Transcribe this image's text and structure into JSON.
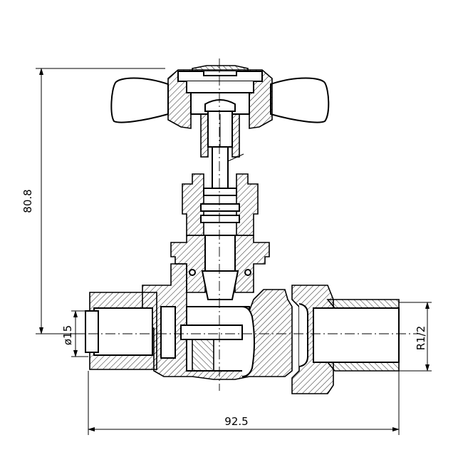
{
  "dimensions": {
    "height_label": "80.8",
    "width_label": "92.5",
    "pipe_diameter_label": "ø15",
    "thread_label": "R1/2"
  }
}
